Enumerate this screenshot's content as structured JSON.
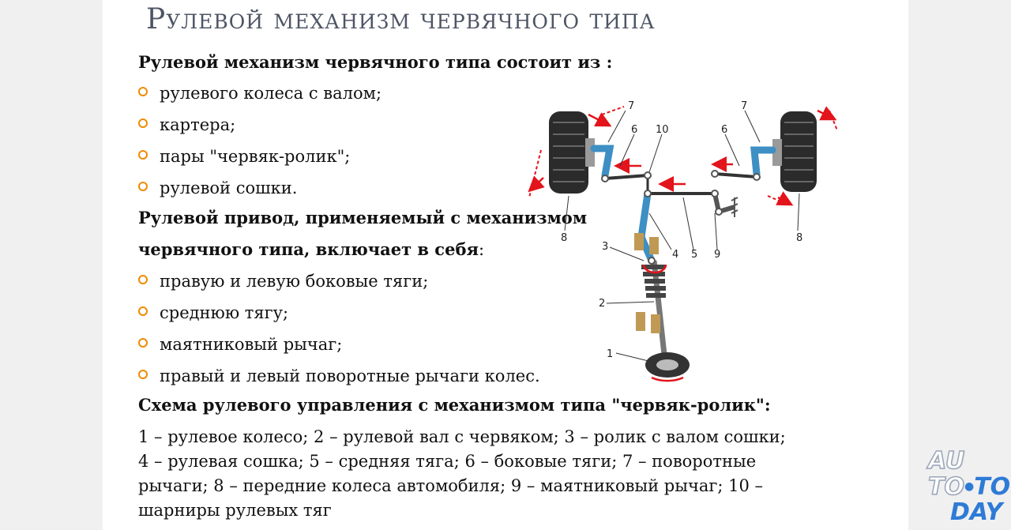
{
  "title": "Рулевой механизм червячного типа",
  "section1": {
    "heading": "Рулевой механизм червячного типа состоит из :",
    "items": [
      "рулевого колеса с валом;",
      "картера;",
      "пары \"червяк-ролик\";",
      "рулевой сошки."
    ]
  },
  "section2": {
    "heading_line1": "Рулевой привод, применяемый с механизмом",
    "heading_line2": "червячного типа, включает в себя",
    "heading_colon": ":",
    "items": [
      "правую и левую боковые тяги;",
      "среднюю тягу;",
      "маятниковый рычаг;",
      "правый и левый поворотные рычаги колес."
    ]
  },
  "section3": {
    "heading": "Схема рулевого управления с механизмом типа \"червяк-ролик\":",
    "lines": [
      "1 – рулевое колесо; 2 – рулевой вал с червяком; 3 – ролик с валом сошки;",
      "4 – рулевая сошка; 5 – средняя тяга; 6 – боковые тяги; 7 – поворотные",
      "рычаги; 8 – передние колеса автомобиля; 9 – маятниковый рычаг; 10 –",
      "шарниры рулевых тяг"
    ]
  },
  "diagram": {
    "labels": [
      "7",
      "6",
      "10",
      "7",
      "6",
      "8",
      "4",
      "5",
      "9",
      "8",
      "3",
      "2",
      "1"
    ]
  },
  "logo": {
    "line1": "AU",
    "line2a": "TO",
    "line2b": "TO",
    "line3": "DAY"
  },
  "colors": {
    "accent": "#f08a00",
    "title": "#4d5565",
    "arrow": "#e3141b",
    "part": "#3d8fc4",
    "logo_blue": "#2e7bd6"
  }
}
